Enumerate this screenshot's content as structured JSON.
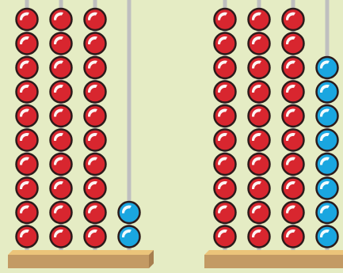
{
  "colors": {
    "background": "#e5ecc4",
    "rod": "#bfbfbf",
    "bead_red": "#d8262f",
    "bead_blue": "#1aa6e0",
    "bead_outline": "#2b1b1b",
    "base_top": "#ebc47a",
    "base_front": "#c39a64",
    "base_side": "#a77f4f"
  },
  "abacuses": [
    {
      "rods": [
        {
          "beads": 10,
          "color": "red"
        },
        {
          "beads": 10,
          "color": "red"
        },
        {
          "beads": 10,
          "color": "red"
        },
        {
          "beads": 2,
          "color": "blue"
        }
      ]
    },
    {
      "rods": [
        {
          "beads": 10,
          "color": "red"
        },
        {
          "beads": 10,
          "color": "red"
        },
        {
          "beads": 10,
          "color": "red"
        },
        {
          "beads": 8,
          "color": "blue"
        }
      ]
    }
  ]
}
